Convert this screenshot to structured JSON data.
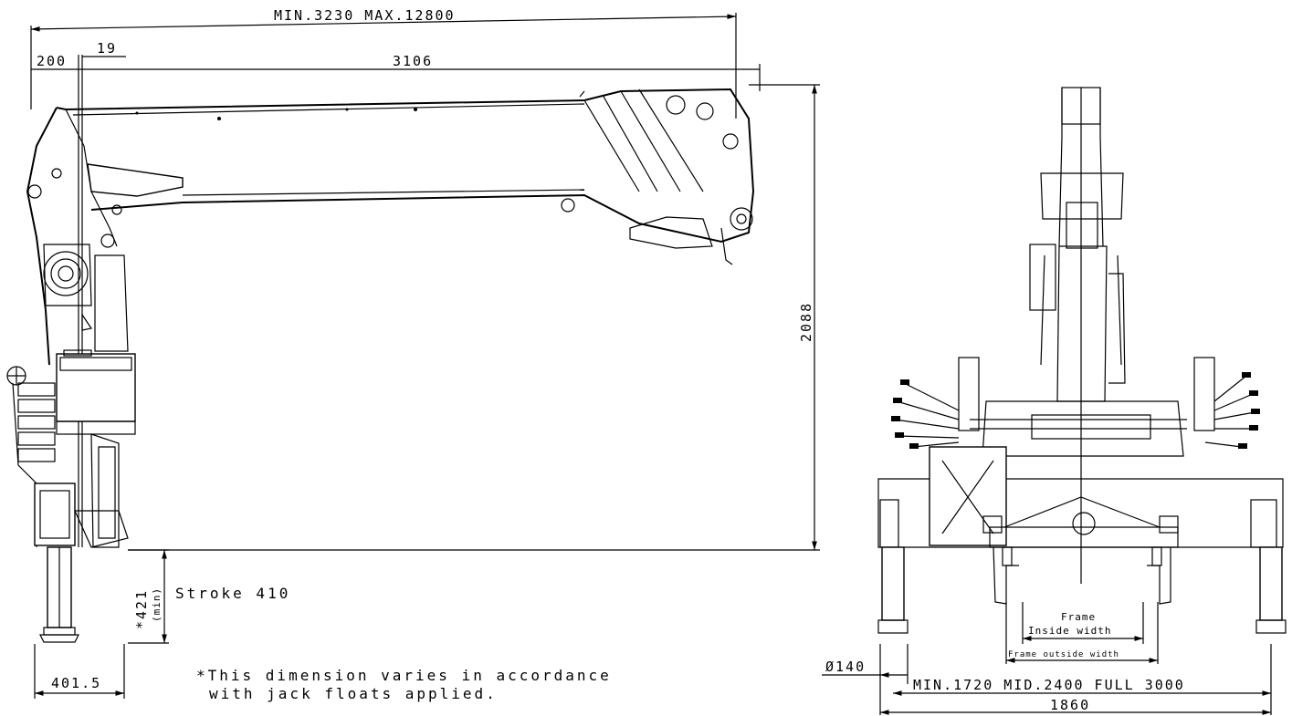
{
  "dimensions": {
    "reach": "MIN.3230 MAX.12800",
    "offset_200": "200",
    "offset_19": "19",
    "boom_3106": "3106",
    "height_2088": "2088",
    "jack_421": "*421",
    "jack_min": "(min)",
    "stroke": "Stroke 410",
    "width_401": "401.5",
    "note_line1": "*This dimension varies in accordance",
    "note_line2": "with jack floats applied.",
    "frame_label": "Frame",
    "inside_width": "Inside width",
    "outside_width": "Frame outside width",
    "diameter": "Ø140",
    "outrigger": "MIN.1720 MID.2400 FULL 3000",
    "base_1860": "1860"
  }
}
